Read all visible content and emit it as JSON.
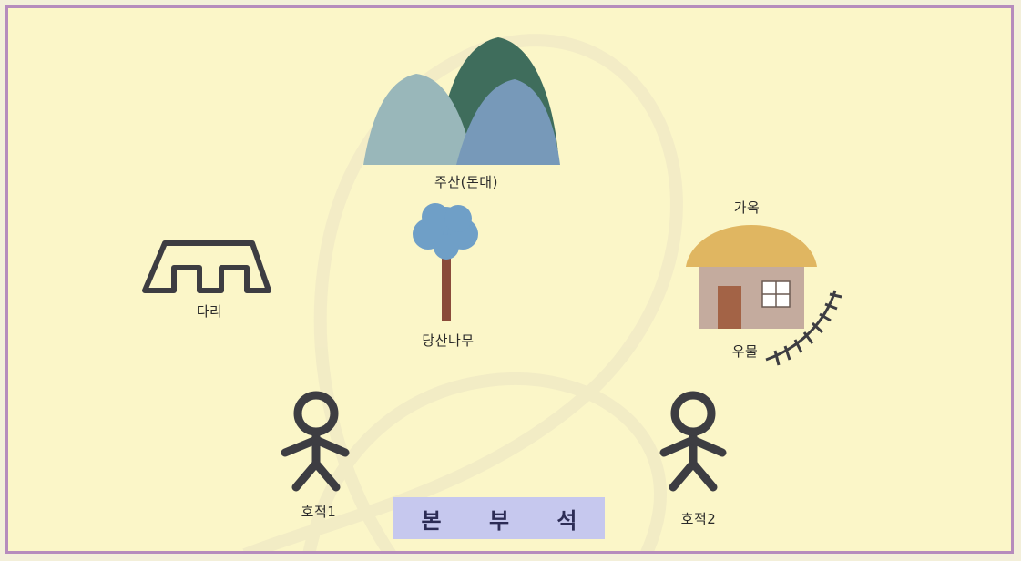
{
  "labels": {
    "mountain": "주산(돈대)",
    "house": "가옥",
    "bridge": "다리",
    "tree": "당산나무",
    "well": "우물",
    "guardian1": "호적1",
    "guardian2": "호적2",
    "main_seat": "본 부 석"
  },
  "colors": {
    "background": "#fbf6c8",
    "border": "#b68bbd",
    "mountain_dark": "#3f6d5c",
    "mountain_light": "#99b7ba",
    "mountain_blue": "#7799b9",
    "tree_foliage": "#6f9fc7",
    "tree_trunk": "#8a4b3a",
    "house_wall": "#c4ab9e",
    "house_roof": "#e0b661",
    "house_door": "#a36346",
    "figure": "#3d3d42",
    "label_box": "#c6c8ee"
  }
}
